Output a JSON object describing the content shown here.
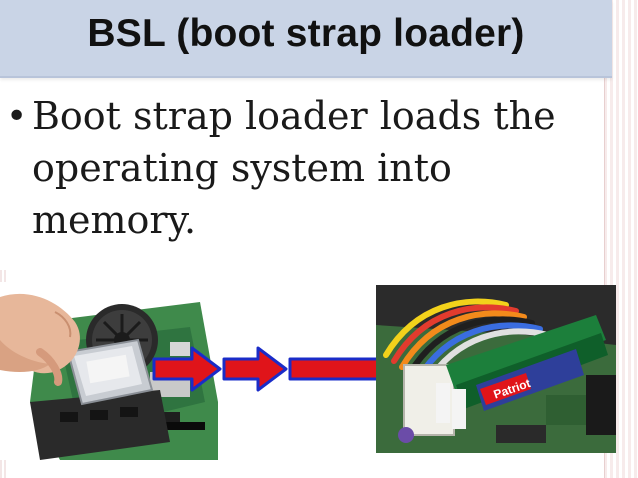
{
  "slide": {
    "title": "BSL (boot strap loader)",
    "bullet": "Boot strap loader loads the operating system into memory."
  },
  "images": {
    "left_photo": "hard-disk-in-computer-photo",
    "right_photo": "ram-in-motherboard-photo",
    "right_photo_label": "Patriot"
  },
  "colors": {
    "title_bar": "#c9d4e6",
    "arrow_fill": "#e0141a",
    "arrow_outline": "#1a2cc8"
  }
}
